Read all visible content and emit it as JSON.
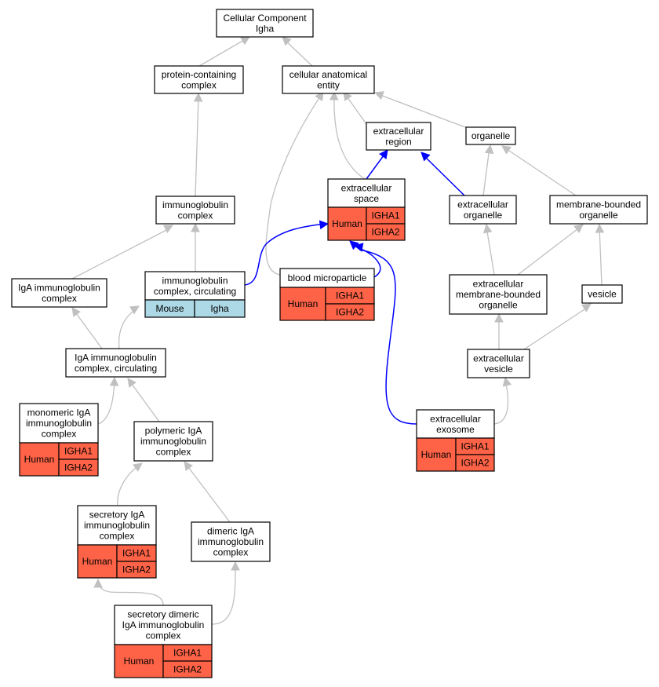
{
  "nodes": {
    "cc_root": {
      "lines": [
        "Cellular Component",
        "Igha"
      ]
    },
    "protein_complex": {
      "lines": [
        "protein-containing",
        "complex"
      ]
    },
    "cellular_entity": {
      "lines": [
        "cellular anatomical",
        "entity"
      ]
    },
    "extracellular_region": {
      "lines": [
        "extracellular",
        "region"
      ]
    },
    "organelle": {
      "lines": [
        "organelle"
      ]
    },
    "extracellular_space": {
      "lines": [
        "extracellular",
        "space"
      ],
      "species": "Human",
      "genes": [
        "IGHA1",
        "IGHA2"
      ]
    },
    "extracellular_organelle": {
      "lines": [
        "extracellular",
        "organelle"
      ]
    },
    "membrane_bounded_organelle": {
      "lines": [
        "membrane-bounded",
        "organelle"
      ]
    },
    "immunoglobulin_complex": {
      "lines": [
        "immunoglobulin",
        "complex"
      ]
    },
    "ig_complex_circulating": {
      "lines": [
        "immunoglobulin",
        "complex, circulating"
      ],
      "species": "Mouse",
      "genes": [
        "Igha"
      ]
    },
    "blood_microparticle": {
      "lines": [
        "blood microparticle"
      ],
      "species": "Human",
      "genes": [
        "IGHA1",
        "IGHA2"
      ]
    },
    "iga_complex": {
      "lines": [
        "IgA immunoglobulin",
        "complex"
      ]
    },
    "ec_membrane_organelle": {
      "lines": [
        "extracellular",
        "membrane-bounded",
        "organelle"
      ]
    },
    "vesicle": {
      "lines": [
        "vesicle"
      ]
    },
    "iga_complex_circulating": {
      "lines": [
        "IgA immunoglobulin",
        "complex, circulating"
      ]
    },
    "extracellular_vesicle": {
      "lines": [
        "extracellular",
        "vesicle"
      ]
    },
    "monomeric_iga": {
      "lines": [
        "monomeric IgA",
        "immunoglobulin",
        "complex"
      ],
      "species": "Human",
      "genes": [
        "IGHA1",
        "IGHA2"
      ]
    },
    "polymeric_iga": {
      "lines": [
        "polymeric IgA",
        "immunoglobulin",
        "complex"
      ]
    },
    "extracellular_exosome": {
      "lines": [
        "extracellular",
        "exosome"
      ],
      "species": "Human",
      "genes": [
        "IGHA1",
        "IGHA2"
      ]
    },
    "secretory_iga": {
      "lines": [
        "secretory IgA",
        "immunoglobulin",
        "complex"
      ],
      "species": "Human",
      "genes": [
        "IGHA1",
        "IGHA2"
      ]
    },
    "dimeric_iga": {
      "lines": [
        "dimeric IgA",
        "immunoglobulin",
        "complex"
      ]
    },
    "secretory_dimeric_iga": {
      "lines": [
        "secretory dimeric",
        "IgA immunoglobulin",
        "complex"
      ],
      "species": "Human",
      "genes": [
        "IGHA1",
        "IGHA2"
      ]
    }
  },
  "colors": {
    "human": "#ff6347",
    "mouse": "#add8e6",
    "edge_is_a": "#c0c0c0",
    "edge_part_of": "#0000ff"
  }
}
